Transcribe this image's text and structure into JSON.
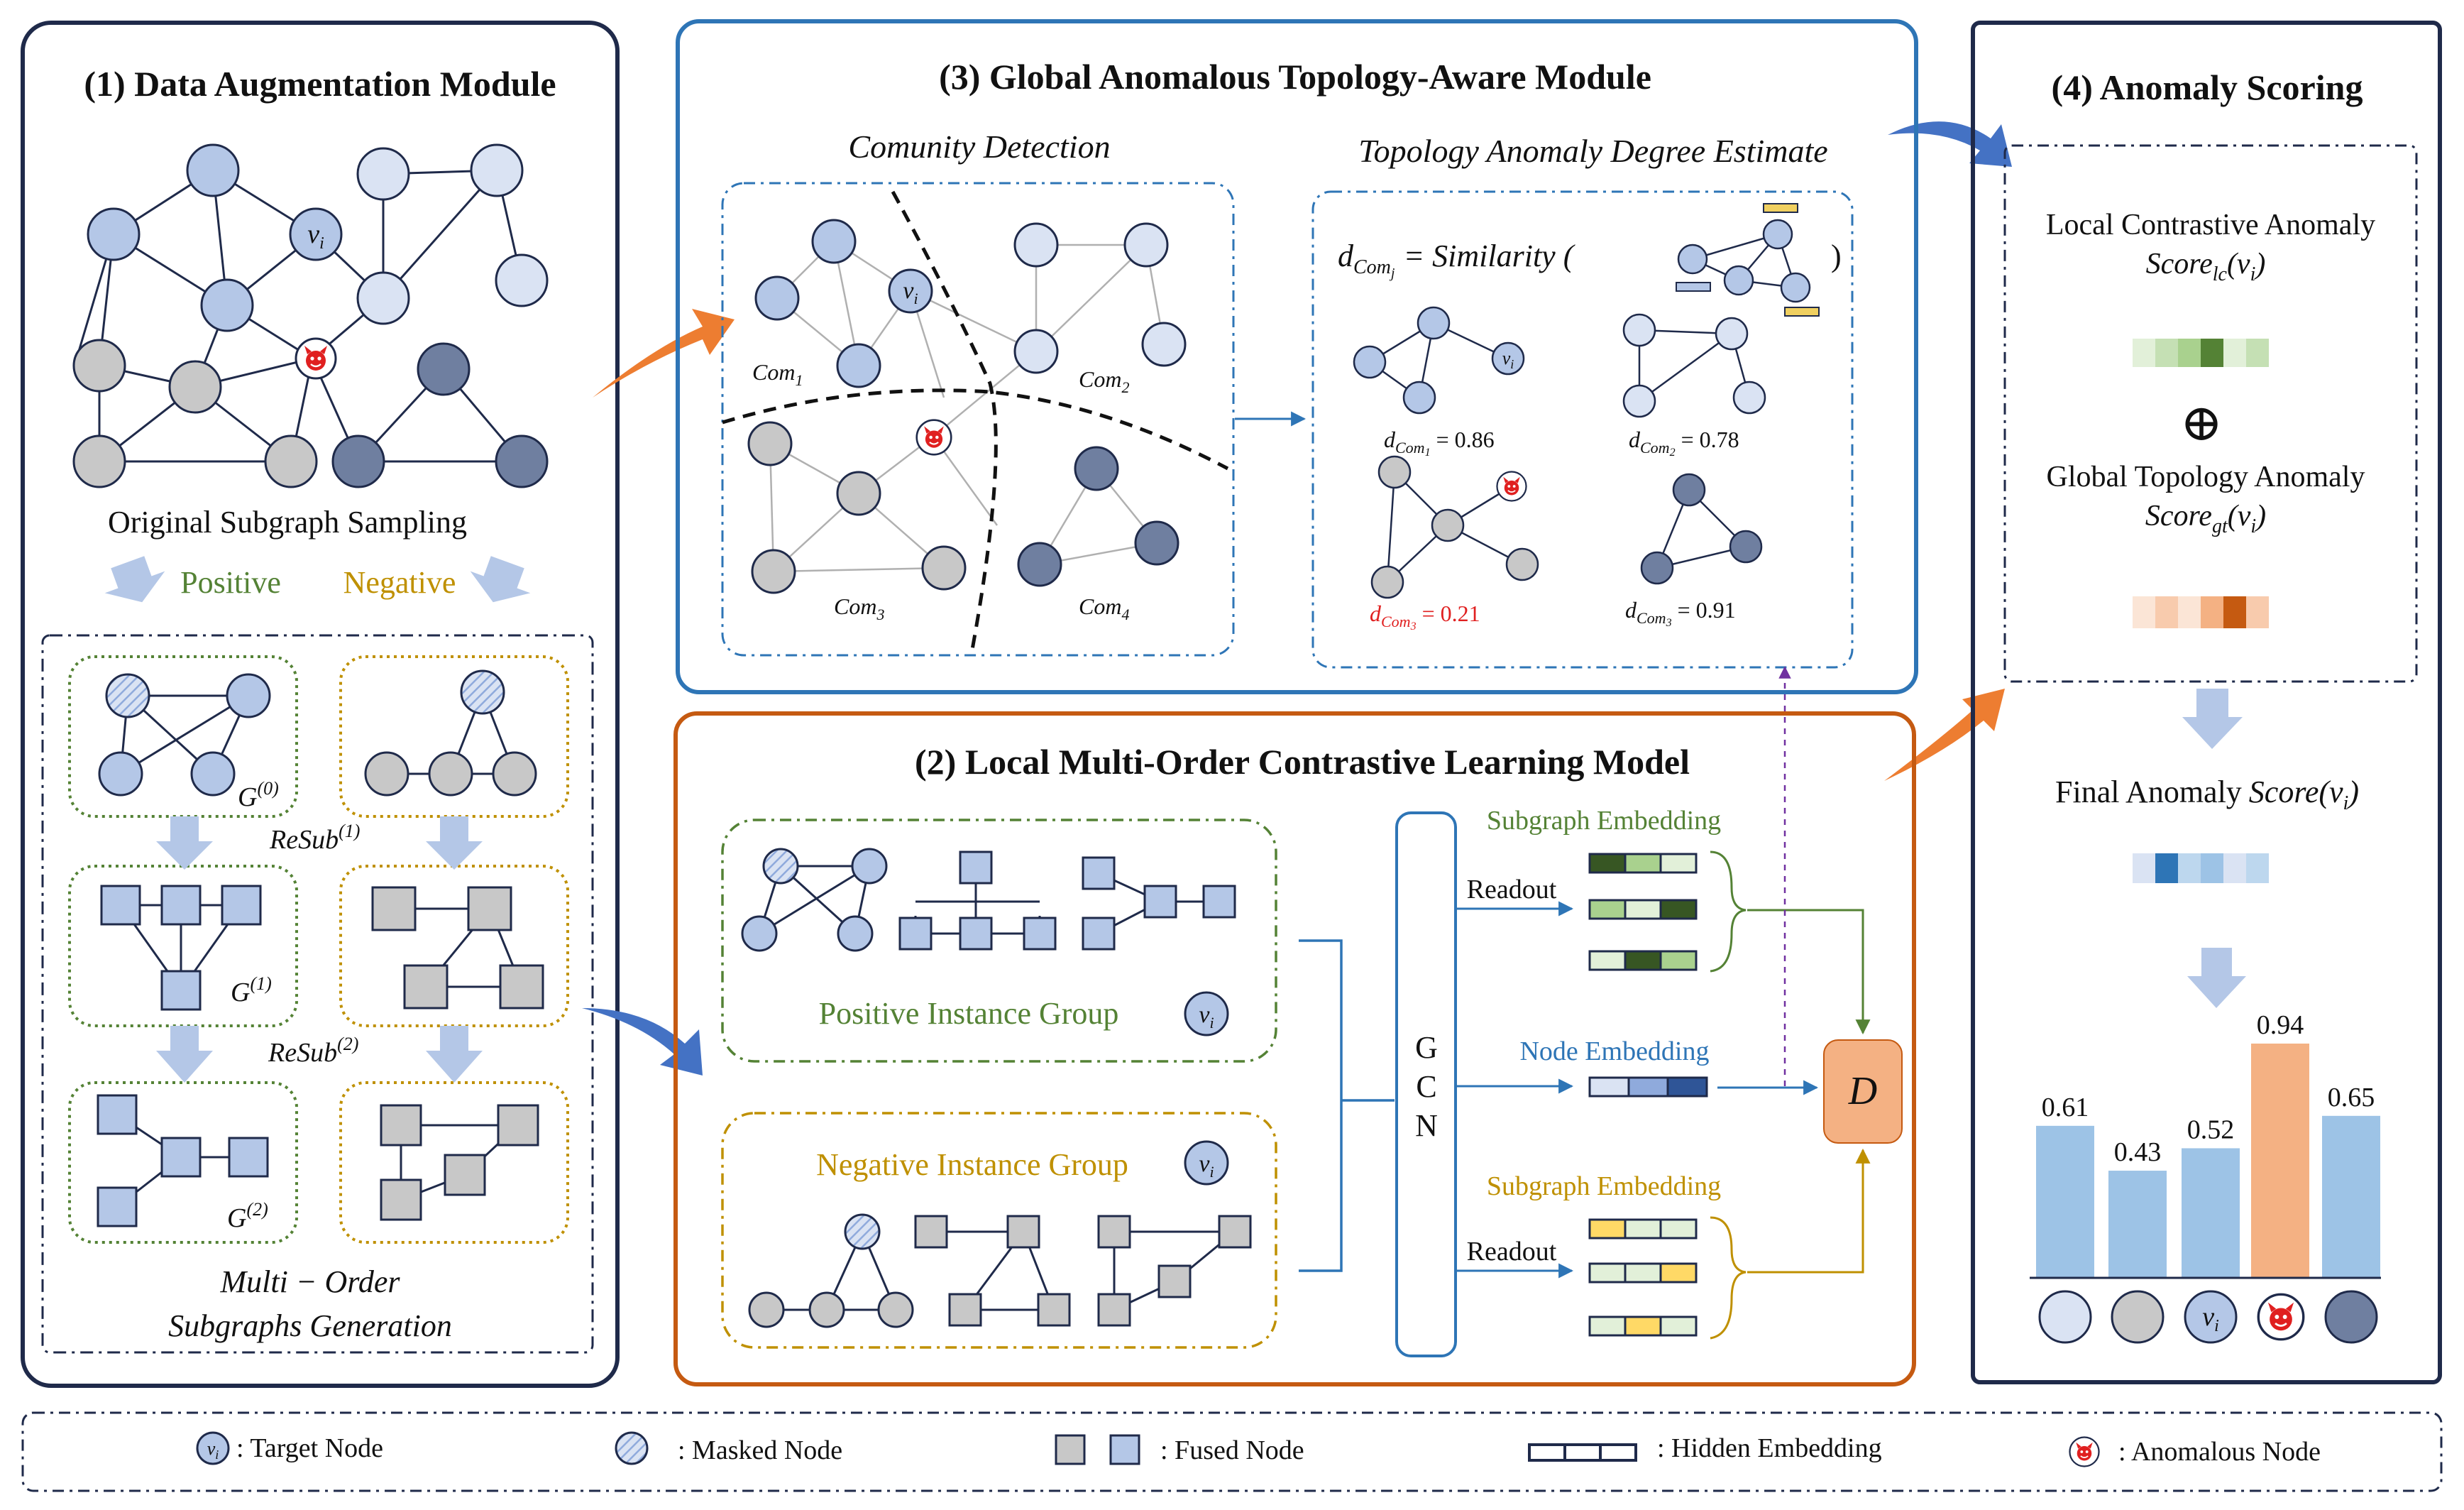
{
  "colors": {
    "navy": "#1f2a4a",
    "blue_frame": "#2e75b6",
    "orange_frame": "#c55a11",
    "light_blue": "#b4c7e7",
    "pale_blue": "#dae3f3",
    "gray": "#c8c8c8",
    "slate": "#6f7fa0",
    "green": "#548235",
    "gold": "#bf9000",
    "anomaly_red": "#e02020",
    "bar_blue": "#9dc3e6",
    "bar_orange": "#f4b183",
    "disc_orange": "#f4b183"
  },
  "module1": {
    "title": "(1) Data Augmentation Module",
    "original_label": "Original Subgraph Sampling",
    "positive": "Positive",
    "negative": "Negative",
    "target_label": "v",
    "target_sub": "i",
    "g0": "G",
    "g0_sup": "(0)",
    "g1": "G",
    "g1_sup": "(1)",
    "g2": "G",
    "g2_sup": "(2)",
    "resub1": "ReSub",
    "resub1_sup": "(1)",
    "resub2": "ReSub",
    "resub2_sup": "(2)",
    "multi_line1": "Multi − Order",
    "multi_line2": "Subgraphs Generation"
  },
  "module3": {
    "title": "(3)  Global Anomalous Topology-Aware Module",
    "community_detection": "Comunity Detection",
    "topology_estimate": "Topology Anomaly Degree Estimate",
    "com1": "Com",
    "com1_sub": "1",
    "com2": "Com",
    "com2_sub": "2",
    "com3": "Com",
    "com3_sub": "3",
    "com4": "Com",
    "com4_sub": "4",
    "formula_d": "d",
    "formula_sub": "Com",
    "formula_subsub": "j",
    "formula_eq": "= Similarity (",
    "formula_close": ")",
    "scores": [
      {
        "label": "d",
        "sub": "Com",
        "subsub": "1",
        "value": "= 0.86",
        "highlight": false
      },
      {
        "label": "d",
        "sub": "Com",
        "subsub": "2",
        "value": "= 0.78",
        "highlight": false
      },
      {
        "label": "d",
        "sub": "Com",
        "subsub": "3",
        "value": "= 0.21",
        "highlight": true
      },
      {
        "label": "d",
        "sub": "Com",
        "subsub": "3",
        "value": "= 0.91",
        "highlight": false
      }
    ]
  },
  "module2": {
    "title": "(2) Local Multi-Order Contrastive Learning Model",
    "positive_group": "Positive Instance Group",
    "negative_group": "Negative Instance Group",
    "gcn": [
      "G",
      "C",
      "N"
    ],
    "subgraph_embedding_top": "Subgraph Embedding",
    "readout_top": "Readout",
    "node_embedding": "Node Embedding",
    "subgraph_embedding_bottom": "Subgraph Embedding",
    "readout_bottom": "Readout",
    "discriminator": "D"
  },
  "module4": {
    "title": "(4) Anomaly Scoring",
    "local_line1": "Local Contrastive Anomaly",
    "local_score": "Score",
    "local_sub": "lc",
    "local_arg": "(v",
    "local_arg_sub": "i",
    "local_close": ")",
    "oplus": "⊕",
    "global_line1": "Global Topology Anomaly",
    "global_score": "Score",
    "global_sub": "gt",
    "global_arg": "(v",
    "global_arg_sub": "i",
    "global_close": ")",
    "final_prefix": "Final Anomaly",
    "final_score": "Score",
    "final_arg": "(v",
    "final_arg_sub": "i",
    "final_close": ")",
    "bar_values": [
      "0.61",
      "0.43",
      "0.52",
      "0.94",
      "0.65"
    ]
  },
  "chart_data": {
    "type": "bar",
    "categories": [
      "",
      "",
      "v_i",
      "anomalous",
      ""
    ],
    "values": [
      0.61,
      0.43,
      0.52,
      0.94,
      0.65
    ],
    "title": "",
    "xlabel": "",
    "ylabel": ""
  },
  "legend": {
    "target": ": Target Node",
    "masked": ": Masked Node",
    "fused": ": Fused Node",
    "hidden": ": Hidden Embedding",
    "anomalous": ": Anomalous  Node"
  },
  "icons": {
    "anomaly": "devil-face-icon",
    "oplus": "circled-plus-icon"
  }
}
